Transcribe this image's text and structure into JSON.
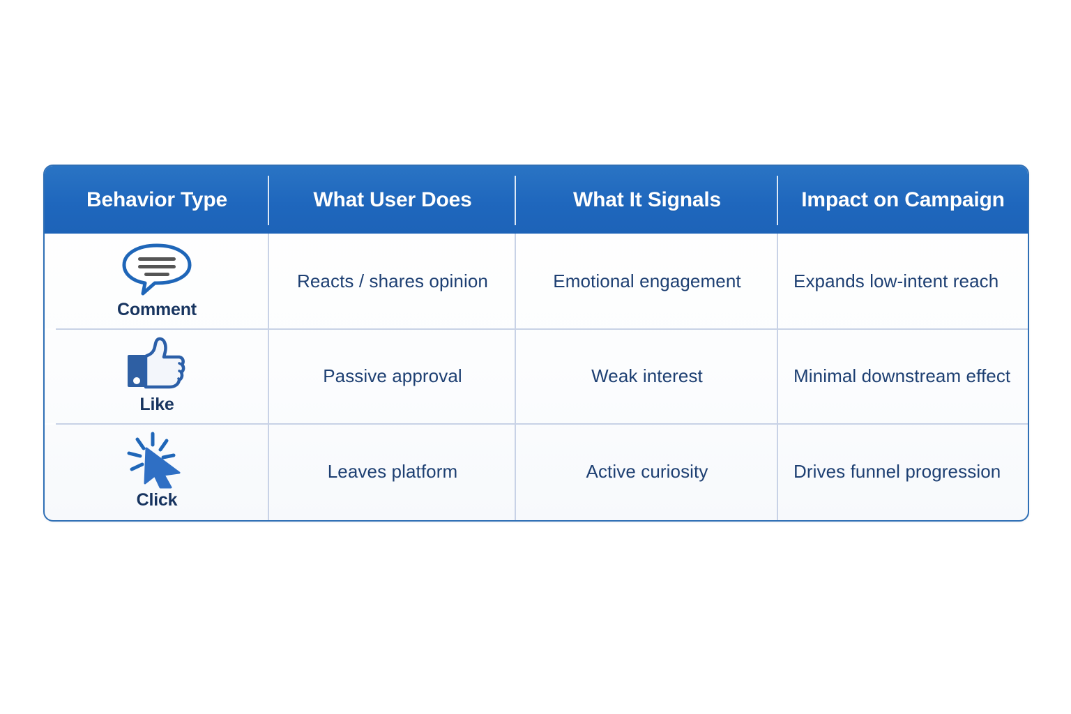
{
  "table": {
    "headers": [
      {
        "label": "Behavior Type"
      },
      {
        "label": "What User Does"
      },
      {
        "label": "What It Signals"
      },
      {
        "label": "Impact on Campaign"
      }
    ],
    "rows": [
      {
        "icon": "comment-bubble-icon",
        "behavior": "Comment",
        "what_user_does": "Reacts / shares opinion",
        "what_it_signals": "Emotional engagement",
        "impact_on_campaign": "Expands low-intent reach"
      },
      {
        "icon": "thumbs-up-icon",
        "behavior": "Like",
        "what_user_does": "Passive approval",
        "what_it_signals": "Weak interest",
        "impact_on_campaign": "Minimal downstream effect"
      },
      {
        "icon": "click-cursor-icon",
        "behavior": "Click",
        "what_user_does": "Leaves platform",
        "what_it_signals": "Active curiosity",
        "impact_on_campaign": "Drives funnel progression"
      }
    ]
  },
  "colors": {
    "header_blue": "#1f67bd",
    "border_blue": "#2f6fb5",
    "divider": "#c8d2e6",
    "body_text": "#1d3f72",
    "label_text": "#17345f",
    "icon_blue": "#1f66b8",
    "icon_line_gray": "#555555",
    "page_background": "#ffffff"
  }
}
